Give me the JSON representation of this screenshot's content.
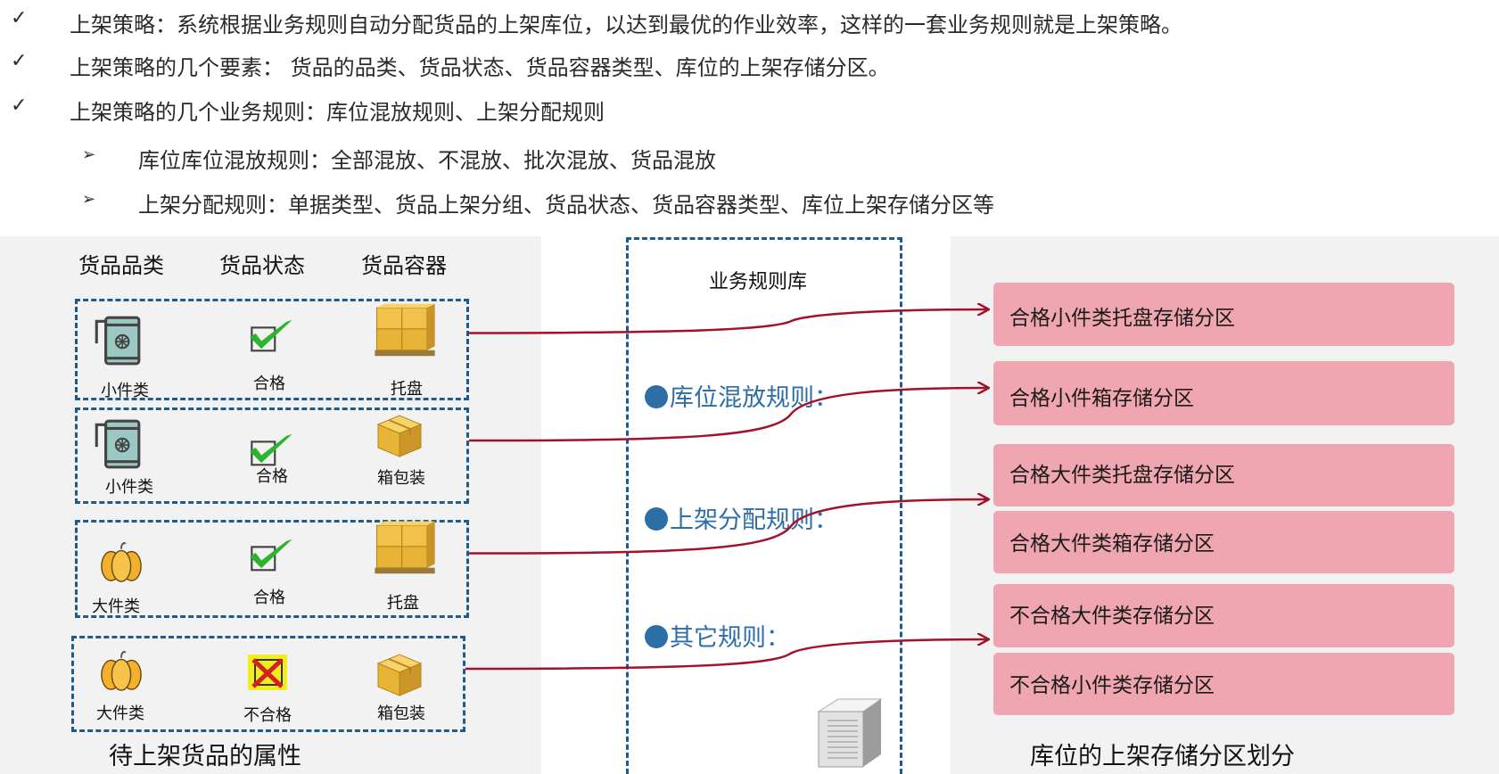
{
  "bullets": [
    {
      "mark": "✓",
      "text": "上架策略：系统根据业务规则自动分配货品的上架库位，以达到最优的作业效率，这样的一套业务规则就是上架策略。"
    },
    {
      "mark": "✓",
      "text": "上架策略的几个要素： 货品的品类、货品状态、货品容器类型、库位的上架存储分区。"
    },
    {
      "mark": "✓",
      "text": "上架策略的几个业务规则：库位混放规则、上架分配规则"
    },
    {
      "mark": "➢",
      "text": "库位库位混放规则：全部混放、不混放、批次混放、货品混放"
    },
    {
      "mark": "➢",
      "text": "上架分配规则：单据类型、货品上架分组、货品状态、货品容器类型、库位上架存储分区等"
    }
  ],
  "goods": {
    "headers": [
      "货品品类",
      "货品状态",
      "货品容器"
    ],
    "groups": [
      {
        "category": "小件类",
        "category_icon": "cup-icon",
        "status": "合格",
        "status_icon": "check-icon",
        "container": "托盘",
        "container_icon": "pallet-boxes-icon"
      },
      {
        "category": "小件类",
        "category_icon": "cup-icon",
        "status": "合格",
        "status_icon": "check-icon",
        "container": "箱包装",
        "container_icon": "box-icon"
      },
      {
        "category": "大件类",
        "category_icon": "pumpkin-icon",
        "status": "合格",
        "status_icon": "check-icon",
        "container": "托盘",
        "container_icon": "pallet-boxes-icon"
      },
      {
        "category": "大件类",
        "category_icon": "pumpkin-icon",
        "status": "不合格",
        "status_icon": "cross-icon",
        "container": "箱包装",
        "container_icon": "box-icon"
      }
    ],
    "caption": "待上架货品的属性"
  },
  "rules": {
    "title": "业务规则库",
    "items": [
      "库位混放规则：",
      "上架分配规则：",
      "其它规则："
    ],
    "icon": "server-icon"
  },
  "zones": {
    "items": [
      "合格小件类托盘存储分区",
      "合格小件箱存储分区",
      "合格大件类托盘存储分区",
      "合格大件类箱存储分区",
      "不合格大件类存储分区",
      "不合格小件类存储分区"
    ],
    "caption": "库位的上架存储分区划分"
  },
  "links": [
    {
      "from_group": 0,
      "to_zone": 0
    },
    {
      "from_group": 1,
      "to_zone": 1
    },
    {
      "from_group": 2,
      "to_zone": 2
    },
    {
      "from_group": 3,
      "to_zone": 4
    }
  ],
  "colors": {
    "link": "#a3122a",
    "dash": "#1f5a8c",
    "rule_text": "#2e6ea6",
    "zone_fill": "#f0a6b1",
    "panel": "#f2f2f2"
  }
}
